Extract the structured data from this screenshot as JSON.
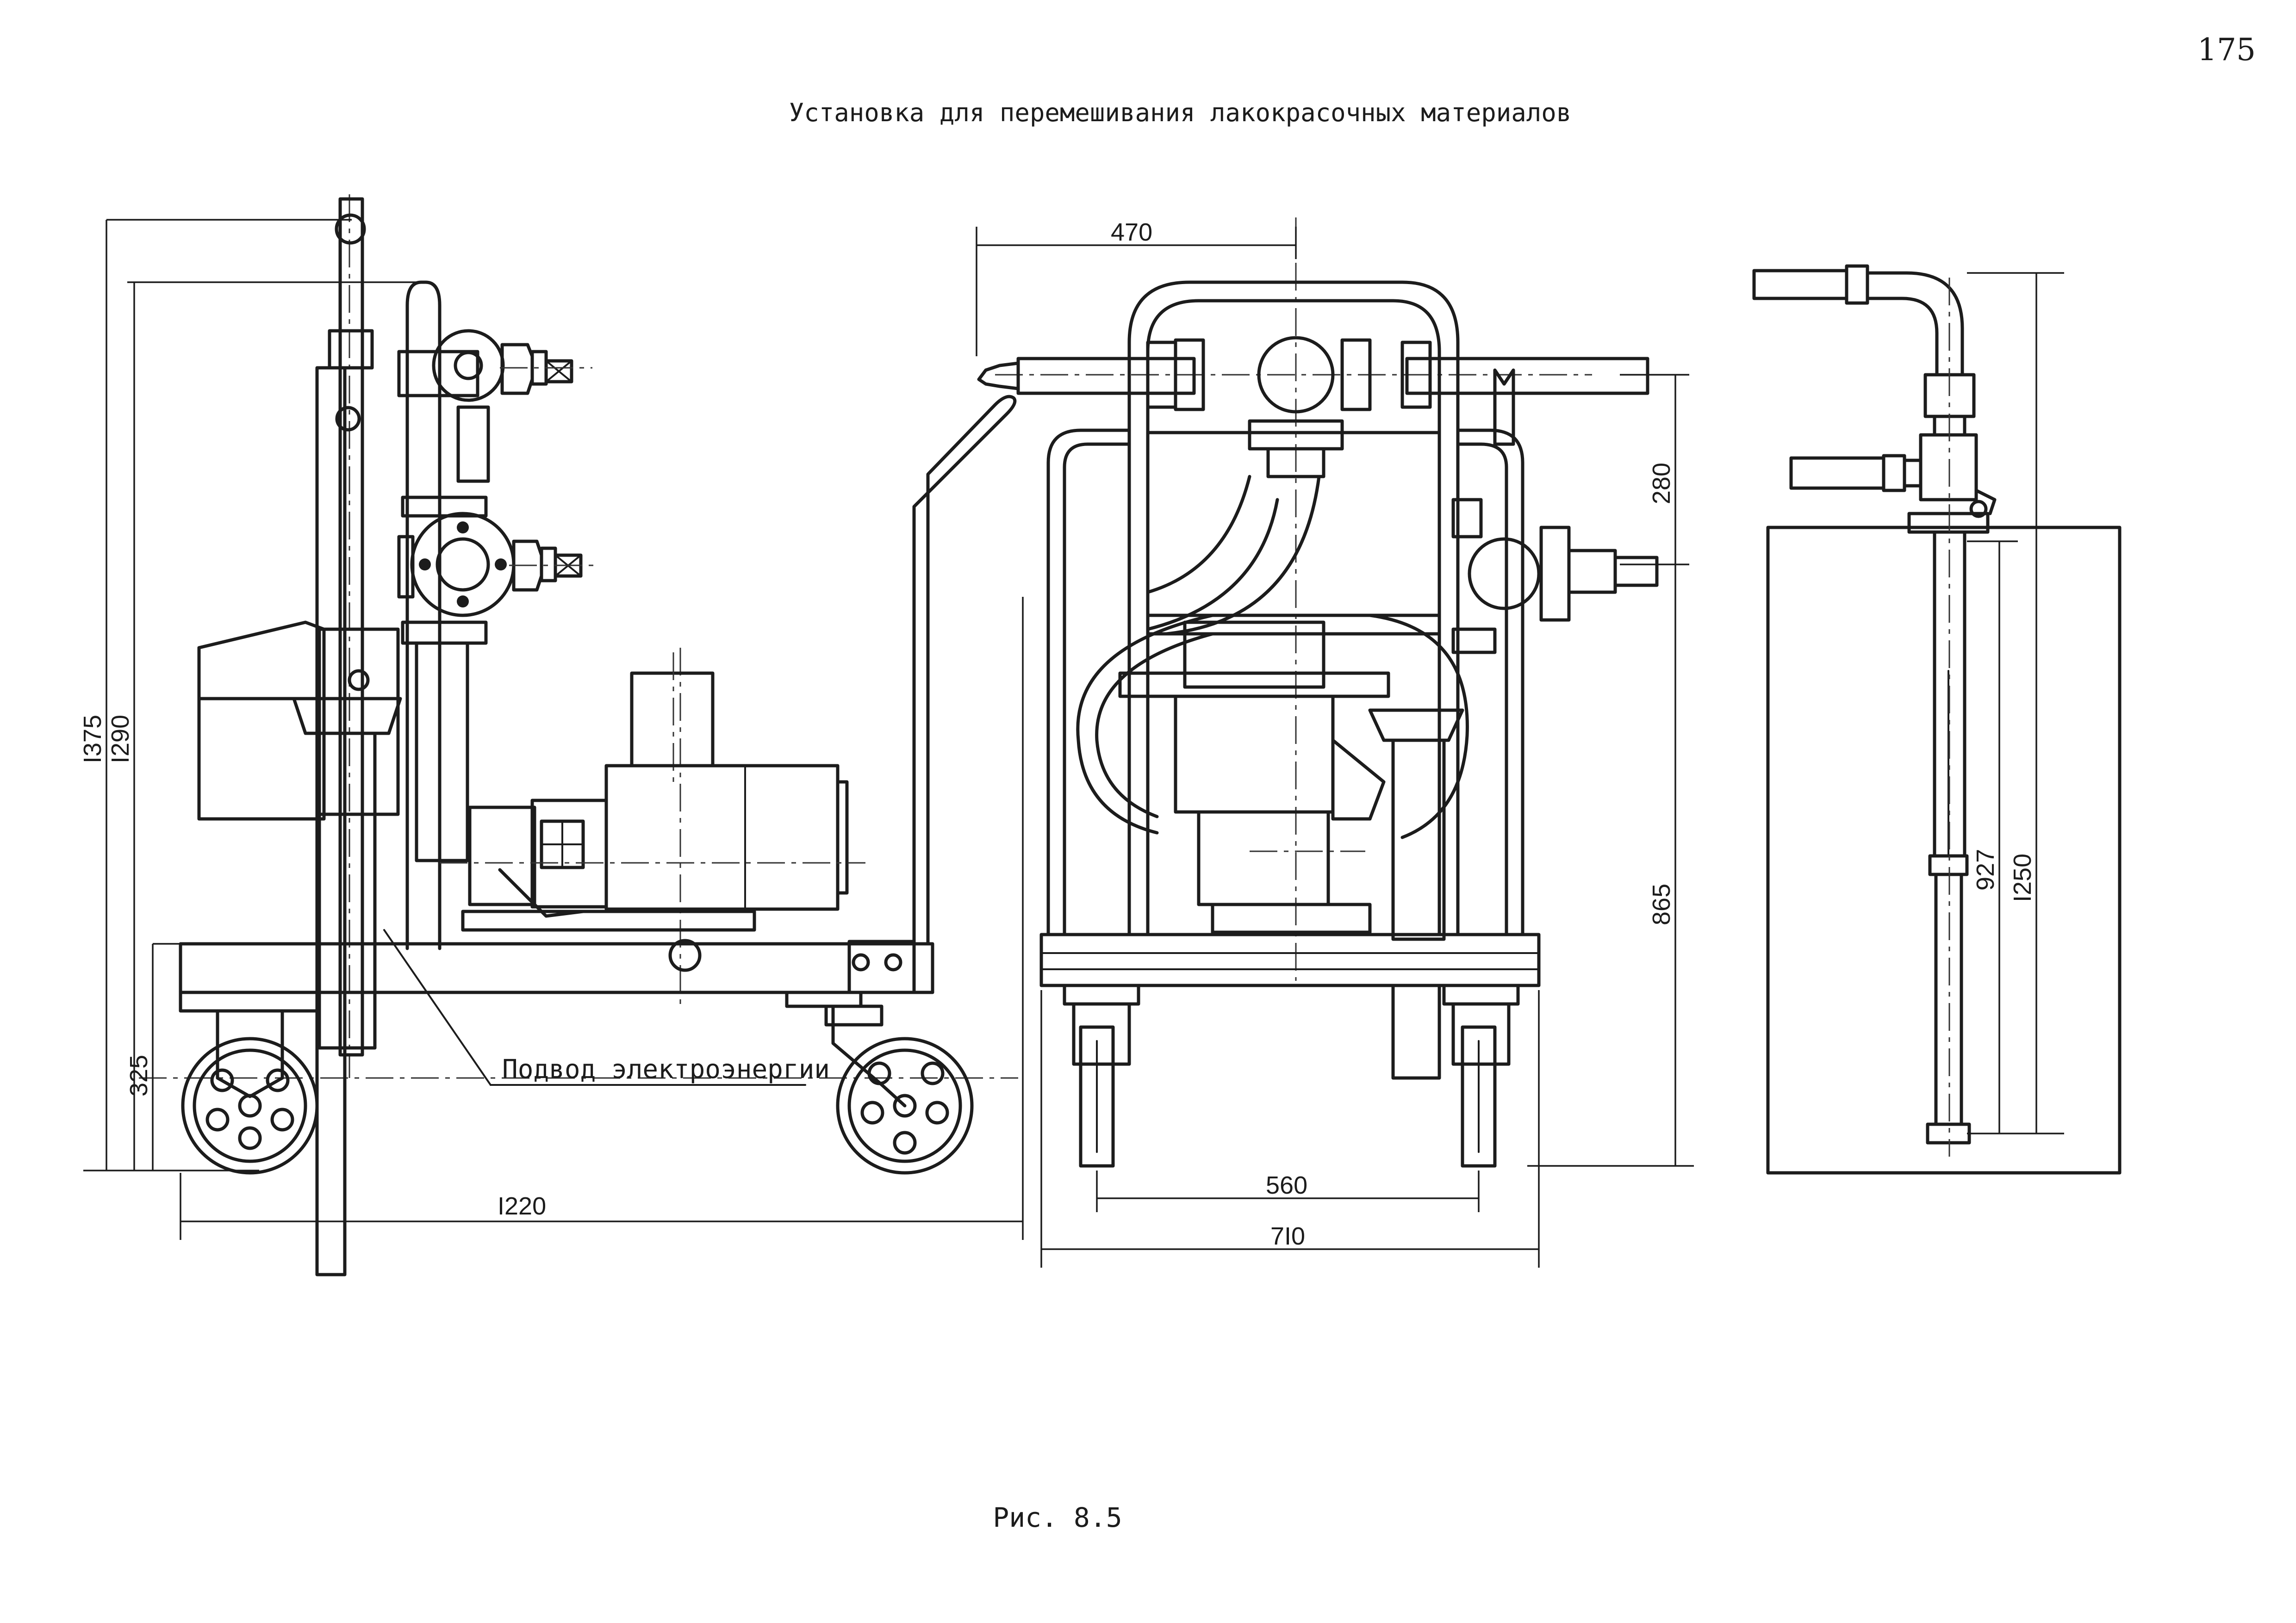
{
  "page": {
    "page_number": "175",
    "title": "Установка для перемешивания лакокрасочных материалов",
    "caption": "Рис. 8.5"
  },
  "annotations": {
    "power_supply_label": "Подвод электроэнергии"
  },
  "dimensions": {
    "side_view": {
      "overall_height": "I375",
      "top_height": "I290",
      "frame_height": "325",
      "overall_length": "I220"
    },
    "front_view": {
      "top_width": "470",
      "inlet_spacing": "280",
      "pump_height": "865",
      "wheel_track": "560",
      "overall_width": "7I0"
    },
    "nozzle_view": {
      "tube_length": "927",
      "overall_length": "I250"
    }
  }
}
